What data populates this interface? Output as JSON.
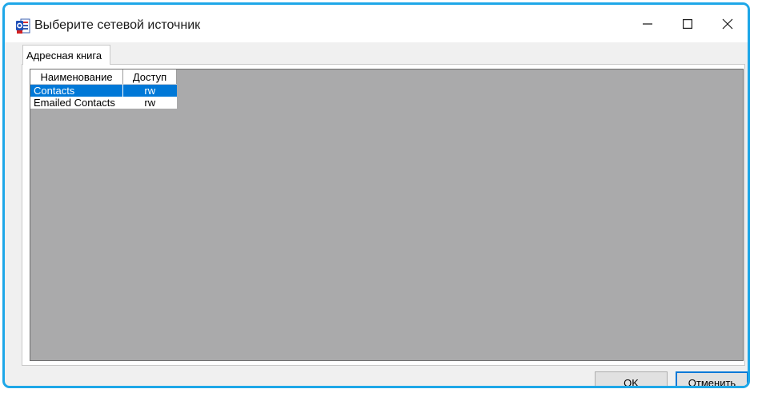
{
  "window": {
    "title": "Выберите сетевой источник",
    "accent_color": "#1ea7e8",
    "icon": "address-book-app-icon"
  },
  "title_controls": {
    "minimize": "minimize-icon",
    "maximize": "maximize-icon",
    "close": "close-icon"
  },
  "tabs": [
    {
      "label": "Адресная книга",
      "active": true
    }
  ],
  "grid": {
    "columns": [
      "Наименование",
      "Доступ"
    ],
    "rows": [
      {
        "name": "Contacts",
        "access": "rw",
        "selected": true
      },
      {
        "name": "Emailed Contacts",
        "access": "rw",
        "selected": false
      }
    ],
    "selection_color": "#0078d7",
    "background_color": "#aaaaab"
  },
  "buttons": {
    "ok": "OK",
    "cancel": "Отменить"
  }
}
